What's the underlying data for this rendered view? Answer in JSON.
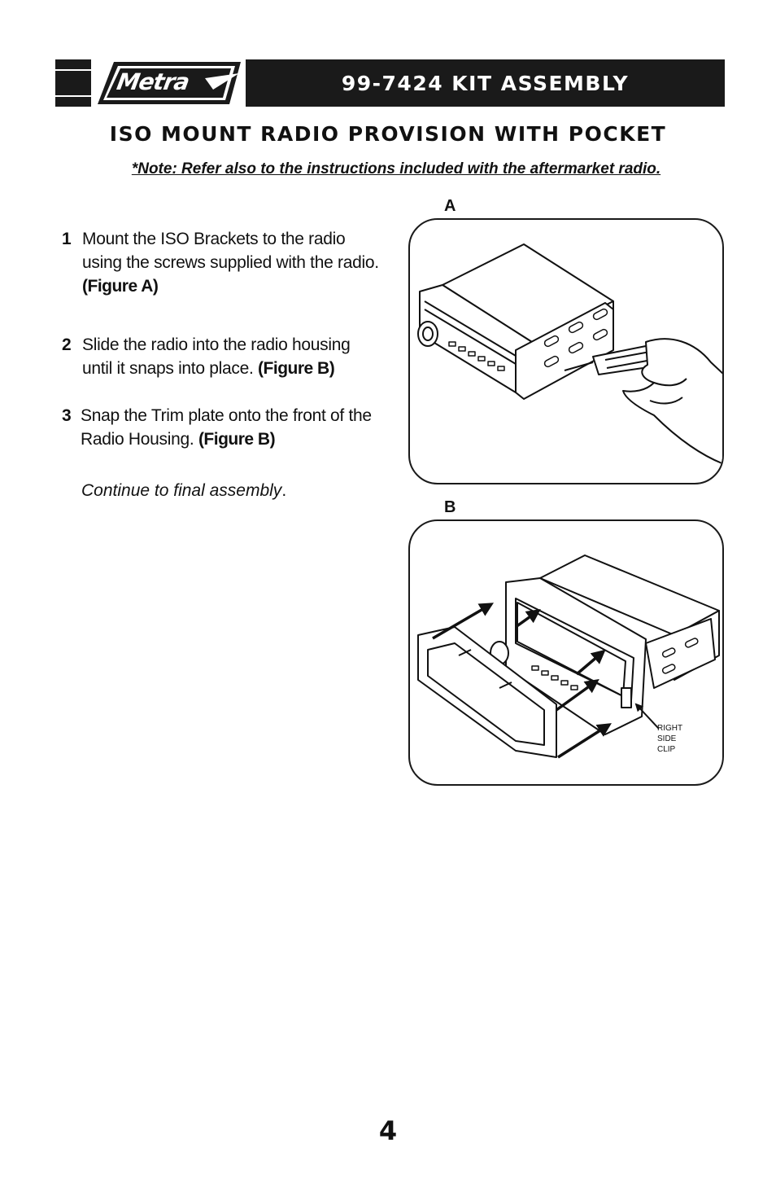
{
  "header": {
    "logo_text": "Metra",
    "title": "99-7424 KIT ASSEMBLY"
  },
  "section_title": "ISO MOUNT RADIO PROVISION WITH POCKET",
  "note": "*Note: Refer also to the instructions included with the aftermarket radio.",
  "steps": [
    {
      "num": "1",
      "text": "Mount the ISO Brackets to the radio using the screws supplied with the radio.",
      "ref": "(Figure A)"
    },
    {
      "num": "2",
      "text": "Slide the radio into the radio housing until it snaps into place.",
      "ref": "(Figure B)"
    },
    {
      "num": "3",
      "text": "Snap the Trim plate onto the front of the Radio Housing.",
      "ref": "(Figure B)"
    }
  ],
  "continue": {
    "text": "Continue to final assembly",
    "punct": "."
  },
  "figures": [
    {
      "label": "A"
    },
    {
      "label": "B",
      "callout": [
        "RIGHT",
        "SIDE",
        "CLIP"
      ]
    }
  ],
  "page_number": "4"
}
